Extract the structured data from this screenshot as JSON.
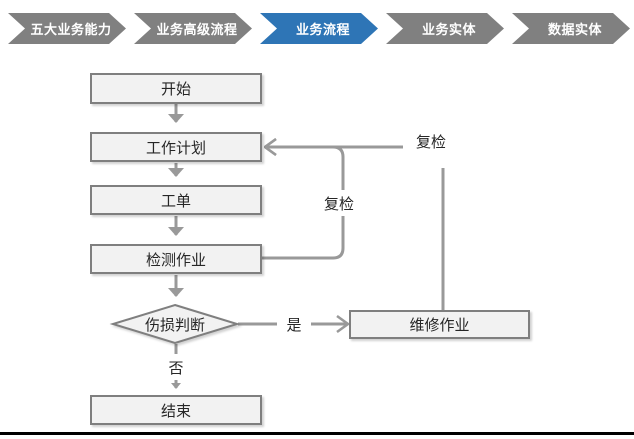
{
  "colors": {
    "nav_gray": "#808080",
    "nav_active_blue": "#2E75B6",
    "box_fill": "#F2F2F2",
    "box_border": "#7F7F7F",
    "connector_gray": "#999999",
    "text_dark": "#262626",
    "bottom_rule": "#000000"
  },
  "nav": {
    "items": [
      {
        "label": "五大业务能力",
        "active": false
      },
      {
        "label": "业务高级流程",
        "active": false
      },
      {
        "label": "业务流程",
        "active": true
      },
      {
        "label": "业务实体",
        "active": false
      },
      {
        "label": "数据实体",
        "active": false
      }
    ]
  },
  "flowchart": {
    "nodes": {
      "start": "开始",
      "work_plan": "工作计划",
      "work_order": "工单",
      "inspection": "检测作业",
      "damage_decision": "伤损判断",
      "repair": "维修作业",
      "end": "结束"
    },
    "edge_labels": {
      "recheck_inner": "复检",
      "recheck_outer": "复检",
      "yes": "是",
      "no": "否"
    }
  }
}
